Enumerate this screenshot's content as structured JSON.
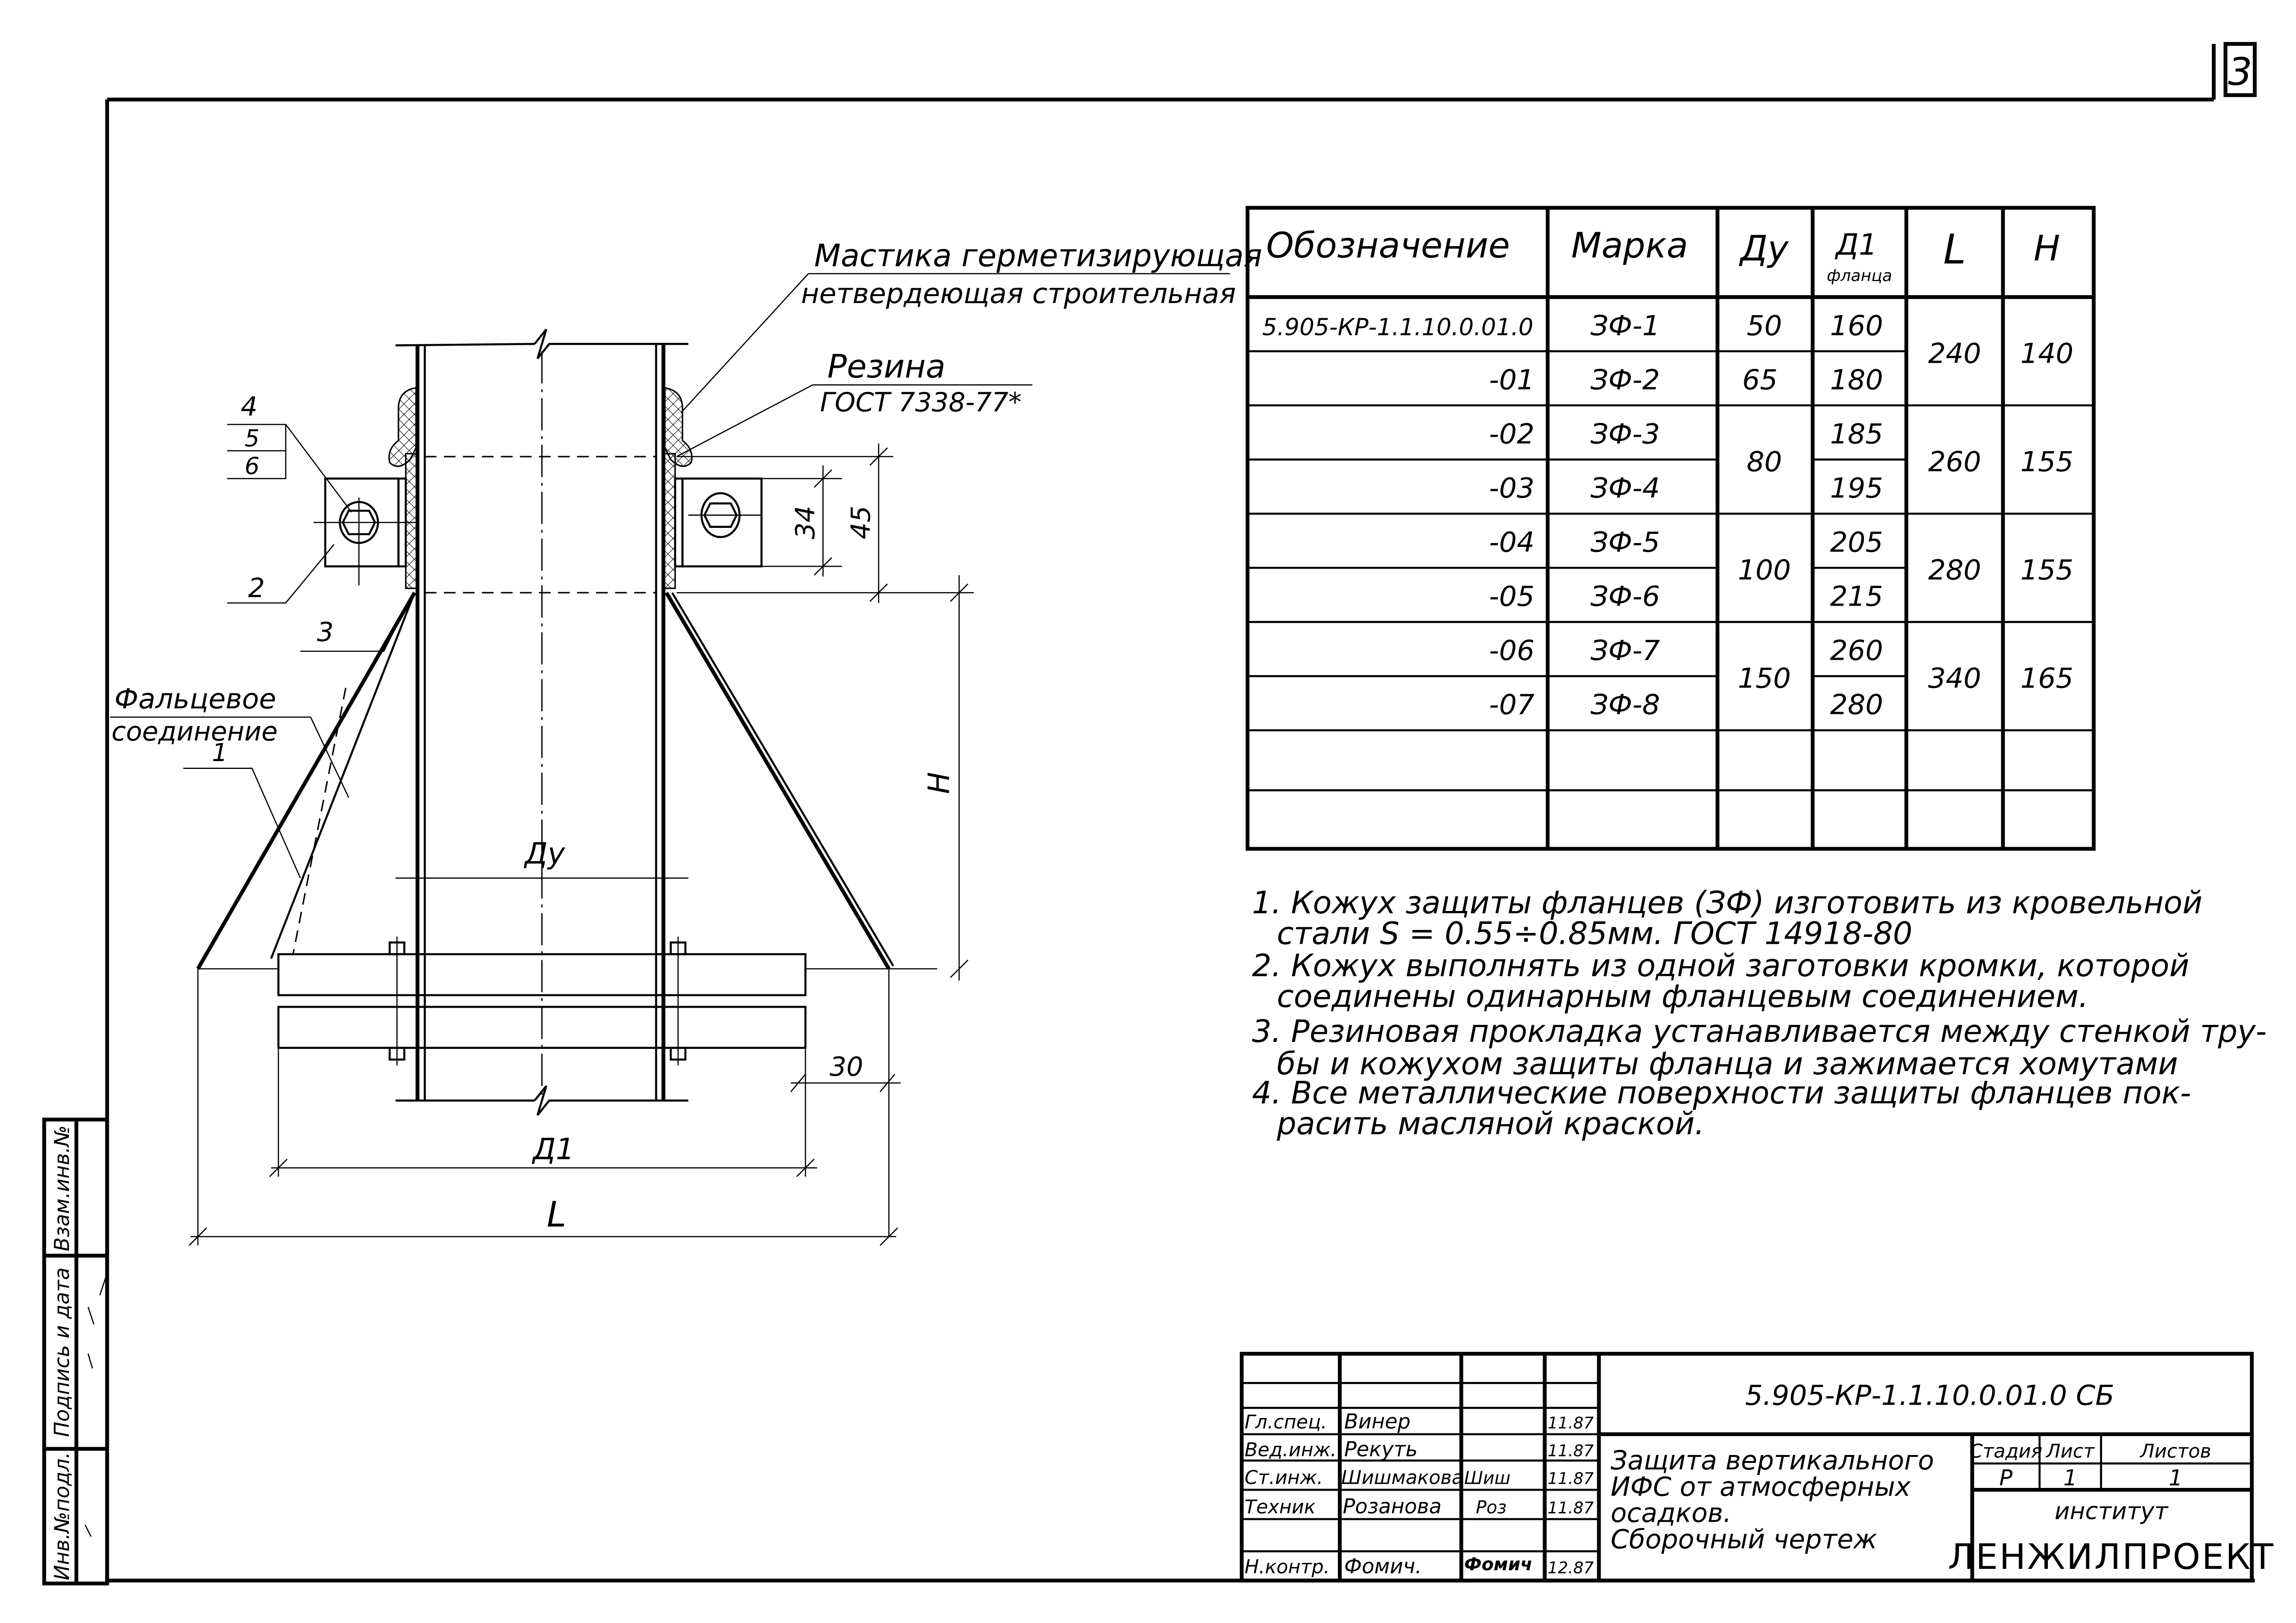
{
  "sheet_number": "3",
  "drawing": {
    "mastic_label_line1": "Мастика герметизирующая",
    "mastic_label_line2": "нетвердеющая строительная",
    "rubber_label": "Резина",
    "rubber_standard": "ГОСТ 7338-77*",
    "callout_4": "4",
    "callout_5": "5",
    "callout_6": "6",
    "callout_2": "2",
    "callout_3": "3",
    "callout_1": "1",
    "seam_label_line1": "Фальцевое",
    "seam_label_line2": "соединение",
    "dim_34": "34",
    "dim_45": "45",
    "dim_h": "Н",
    "dim_du": "Ду",
    "dim_d1": "Д1",
    "dim_l": "L",
    "dim_30": "30"
  },
  "spec_table": {
    "headers": [
      "Обозначение",
      "Марка",
      "Ду",
      "Д1",
      "L",
      "Н"
    ],
    "d1_subheader": "фланца",
    "rows": [
      {
        "designation": "5.905-КР-1.1.10.0.01.0",
        "mark": "ЗФ-1",
        "d1": "160"
      },
      {
        "designation": "-01",
        "mark": "ЗФ-2",
        "d1": "180"
      },
      {
        "designation": "-02",
        "mark": "ЗФ-3",
        "d1": "185"
      },
      {
        "designation": "-03",
        "mark": "ЗФ-4",
        "d1": "195"
      },
      {
        "designation": "-04",
        "mark": "ЗФ-5",
        "d1": "205"
      },
      {
        "designation": "-05",
        "mark": "ЗФ-6",
        "d1": "215"
      },
      {
        "designation": "-06",
        "mark": "ЗФ-7",
        "d1": "260"
      },
      {
        "designation": "-07",
        "mark": "ЗФ-8",
        "d1": "280"
      }
    ],
    "du_values": [
      "50",
      "65",
      "80",
      "100",
      "150"
    ],
    "l_values": [
      "240",
      "260",
      "280",
      "340"
    ],
    "h_values": [
      "140",
      "155",
      "155",
      "165"
    ]
  },
  "notes": [
    "1. Кожух защиты фланцев (ЗФ) изготовить из кровельной",
    "стали S = 0.55÷0.85мм. ГОСТ 14918-80",
    "2. Кожух выполнять из одной заготовки кромки, которой",
    "соединены одинарным фланцевым соединением.",
    "3. Резиновая прокладка устанавливается между стенкой тру-",
    "бы и кожухом защиты фланца и зажимается хомутами",
    "4. Все металлические поверхности защиты фланцев пок-",
    "расить масляной краской."
  ],
  "side_stamp": {
    "inv_orig": "Инв.№подл.",
    "sign_date": "Подпись и дата",
    "replace_inv": "Взам.инв.№"
  },
  "title_block": {
    "document_code": "5.905-КР-1.1.10.0.01.0 СБ",
    "title_lines": [
      "Защита вертикального",
      "ИФС от атмосферных",
      "осадков.",
      "Сборочный чертеж"
    ],
    "stage_label": "Стадия",
    "sheet_label": "Лист",
    "sheets_label": "Листов",
    "stage_value": "Р",
    "sheet_value": "1",
    "sheets_value": "1",
    "institute_label": "институт",
    "institute_name": "ЛЕНЖИЛПРОЕКТ",
    "staff": [
      {
        "role": "Гл.спец.",
        "name": "Винер",
        "sign": "",
        "date": "11.87"
      },
      {
        "role": "Вед.инж.",
        "name": "Рекуть",
        "sign": "",
        "date": "11.87"
      },
      {
        "role": "Ст.инж.",
        "name": "Шишмакова",
        "sign": "Шиш",
        "date": "11.87"
      },
      {
        "role": "Техник",
        "name": "Розанова",
        "sign": "Роз",
        "date": "11.87"
      },
      {
        "role": "Н.контр.",
        "name": "Фомич.",
        "sign": "Фомич",
        "date": "12.87"
      }
    ]
  }
}
